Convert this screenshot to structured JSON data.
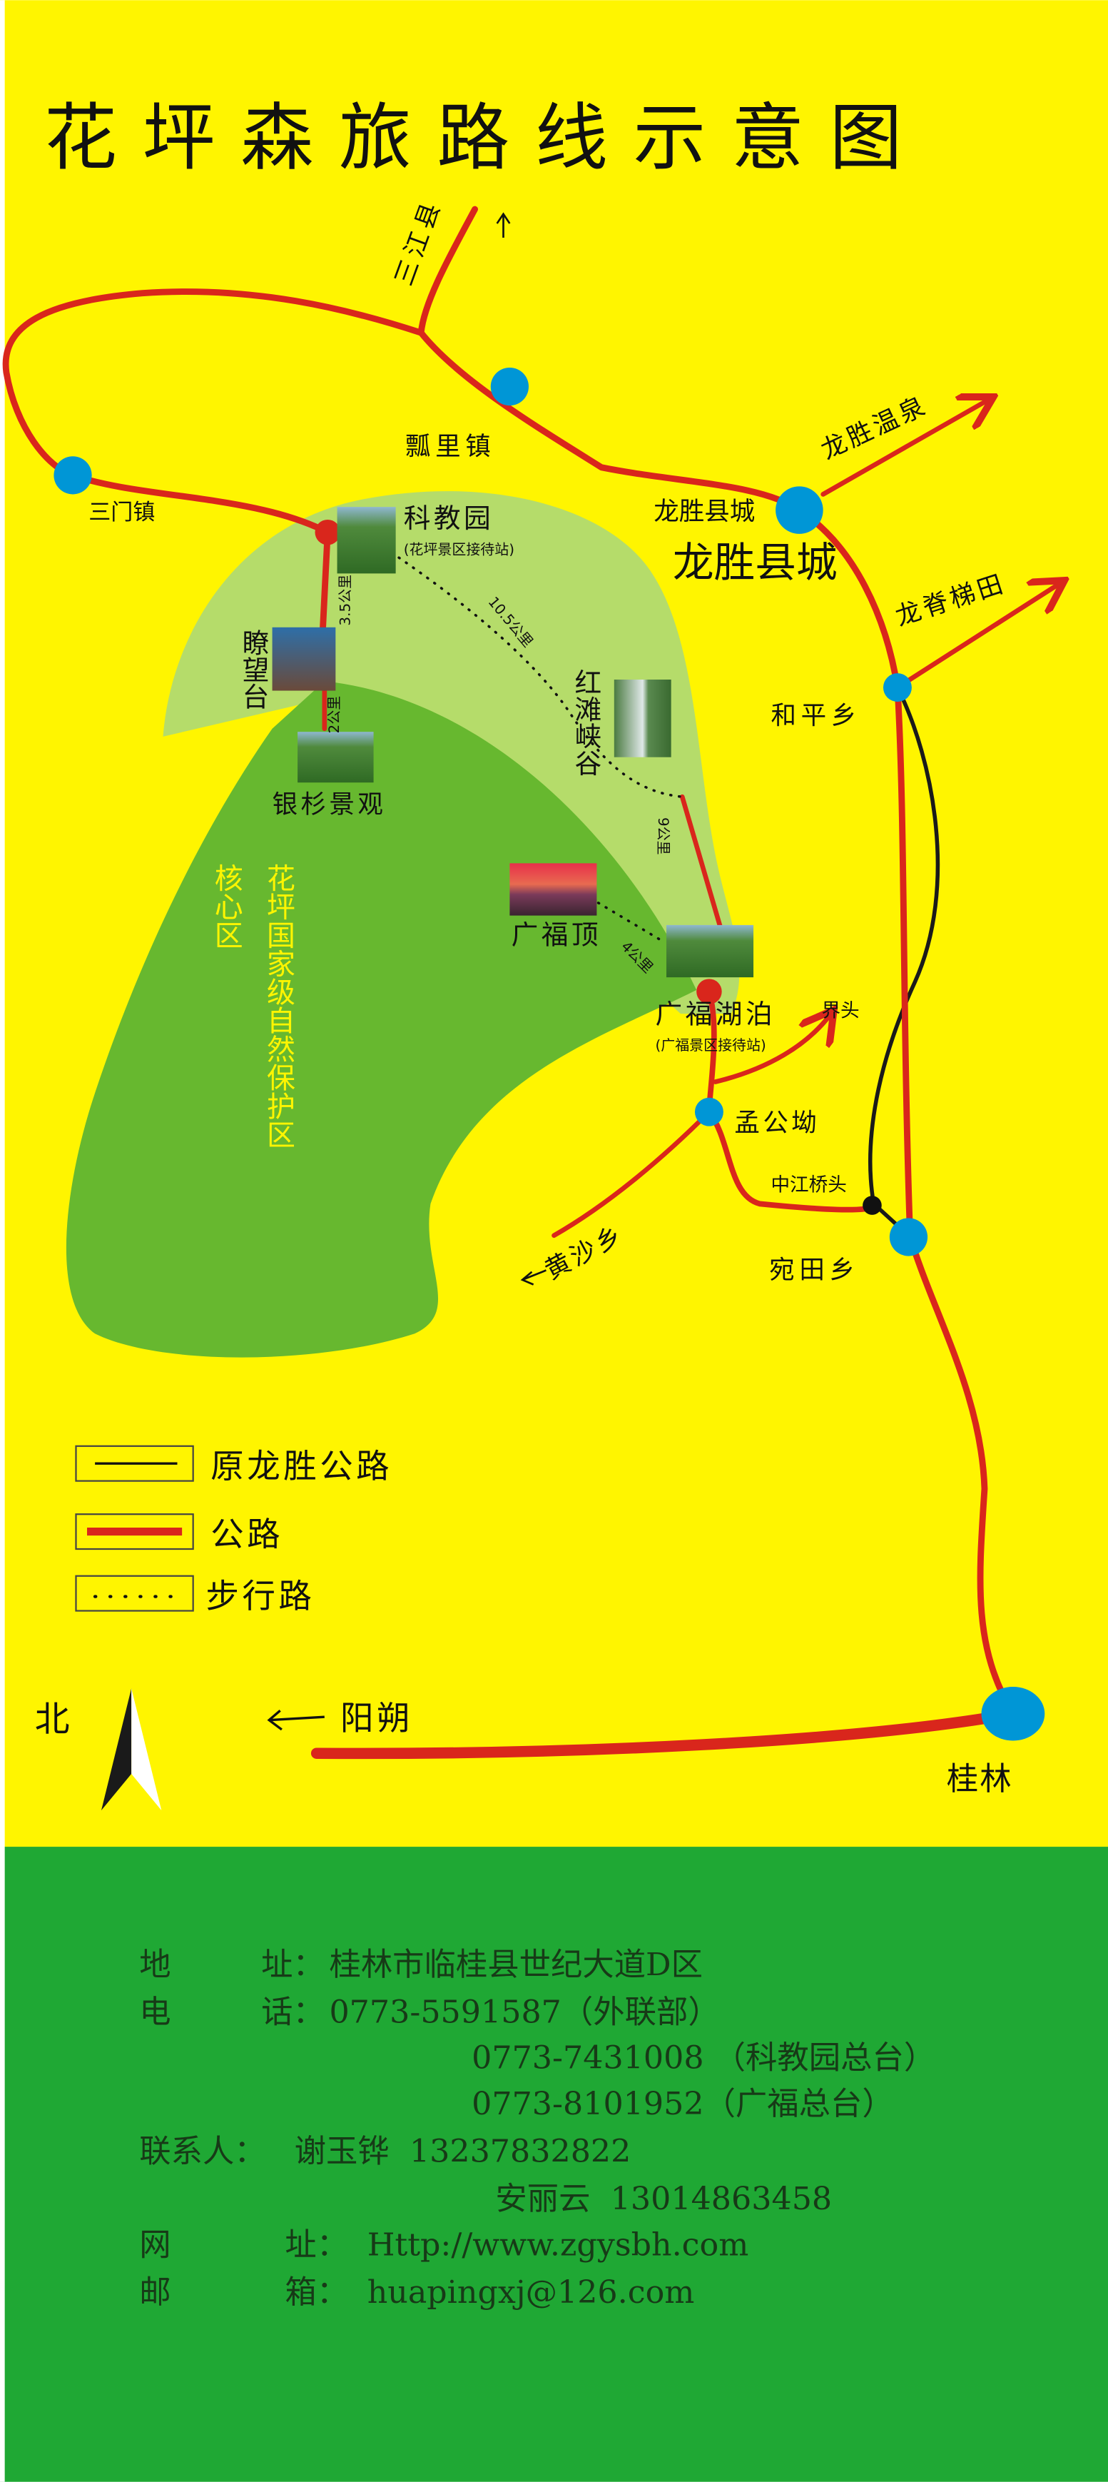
{
  "title": "花坪森旅路线示意图",
  "colors": {
    "background": "#fff500",
    "footer": "#1fa834",
    "road": "#d9261c",
    "old_road": "#1a1a1a",
    "light_zone": "#b5dc6a",
    "core_zone": "#67b82f",
    "town_dot": "#0096d6",
    "station_dot": "#d9261c"
  },
  "places": {
    "sanjiang": "三江县",
    "piaoli": "瓢里镇",
    "sanmen": "三门镇",
    "longsheng_hotspring": "龙胜温泉",
    "longsheng_county_small": "龙胜县城",
    "longsheng_county_large": "龙胜县城",
    "longji": "龙脊梯田",
    "heping": "和平乡",
    "kejiaoyuan": "科教园",
    "kejiaoyuan_sub": "(花坪景区接待站)",
    "liaowangtai": "瞭望台",
    "yinshan": "银杉景观",
    "hongtan": "红滩峡谷",
    "guangfuding": "广福顶",
    "guangfu_lake": "广福湖泊",
    "guangfu_lake_sub": "(广福景区接待站)",
    "jietou": "界头",
    "menggongao": "孟公坳",
    "zhongjiang": "中江桥头",
    "huangsha": "黄沙乡",
    "wantian": "宛田乡",
    "core_zone": "核心区",
    "reserve": "花坪国家级自然保护区",
    "yangshuo": "阳朔",
    "guilin": "桂林",
    "north": "北"
  },
  "distances": {
    "kejiao_liaowang": "3.5公里",
    "liaowang_yinshan": "2公里",
    "kejiao_hongtan": "10.5公里",
    "hongtan_guangfu": "9公里",
    "guangfuding_lake": "4公里"
  },
  "legend": [
    {
      "label": "原龙胜公路",
      "style": "old-road"
    },
    {
      "label": "公路",
      "style": "road"
    },
    {
      "label": "步行路",
      "style": "footpath"
    }
  ],
  "contact": {
    "address_label_1": "地",
    "address_label_2": "址：",
    "address": "桂林市临桂县世纪大道D区",
    "phone_label_1": "电",
    "phone_label_2": "话：",
    "phones": [
      "0773-5591587（外联部）",
      "0773-7431008 （科教园总台）",
      "0773-8101952（广福总台）"
    ],
    "contact_label": "联系人：",
    "contacts": [
      "谢玉铧  13237832822",
      "安丽云  13014863458"
    ],
    "web_label_1": "网",
    "web_label_2": "址：",
    "web": "Http://www.zgysbh.com",
    "email_label_1": "邮",
    "email_label_2": "箱：",
    "email": "huapingxj@126.com"
  }
}
